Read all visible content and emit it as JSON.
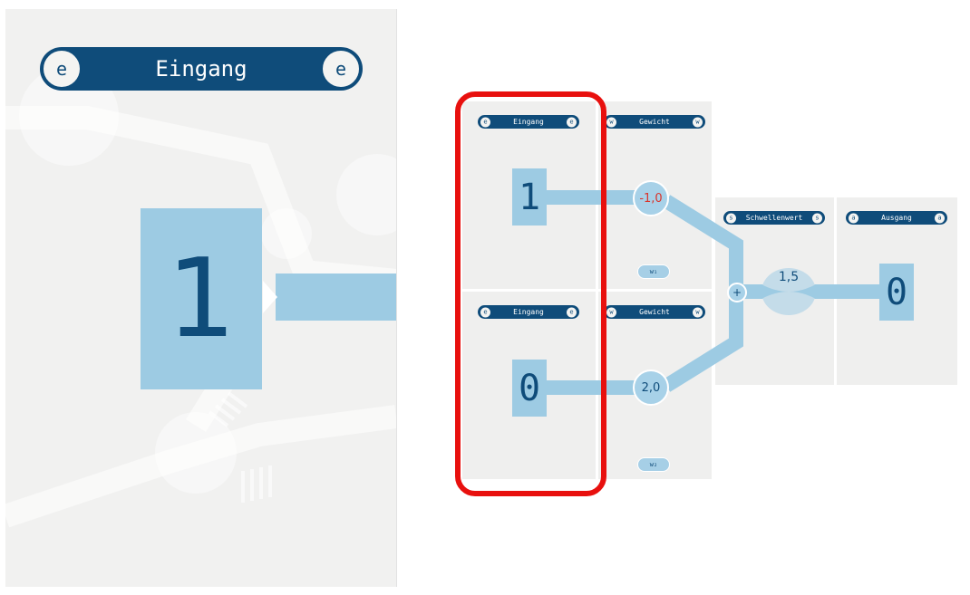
{
  "big_card": {
    "title": "Eingang",
    "cap_left": "e",
    "cap_right": "e",
    "value": "1"
  },
  "inputs": [
    {
      "title": "Eingang",
      "cap_left": "e",
      "cap_right": "e",
      "value": "1"
    },
    {
      "title": "Eingang",
      "cap_left": "e",
      "cap_right": "e",
      "value": "0"
    }
  ],
  "weights": [
    {
      "title": "Gewicht",
      "cap_left": "w",
      "cap_right": "w",
      "value": "-1,0",
      "badge": "w₁",
      "value_color": "#d9342b"
    },
    {
      "title": "Gewicht",
      "cap_left": "w",
      "cap_right": "w",
      "value": "2,0",
      "badge": "w₂",
      "value_color": "#0f4c7a"
    }
  ],
  "threshold": {
    "title": "Schwellenwert",
    "cap_left": "s",
    "cap_right": "s",
    "value": "1,5",
    "sum_symbol": "+"
  },
  "output": {
    "title": "Ausgang",
    "cap_left": "a",
    "cap_right": "a",
    "value": "0"
  },
  "colors": {
    "highlight": "#e8100e",
    "pill": "#0f4c7a",
    "wire": "#9dcbe3",
    "tile": "#efefee"
  }
}
